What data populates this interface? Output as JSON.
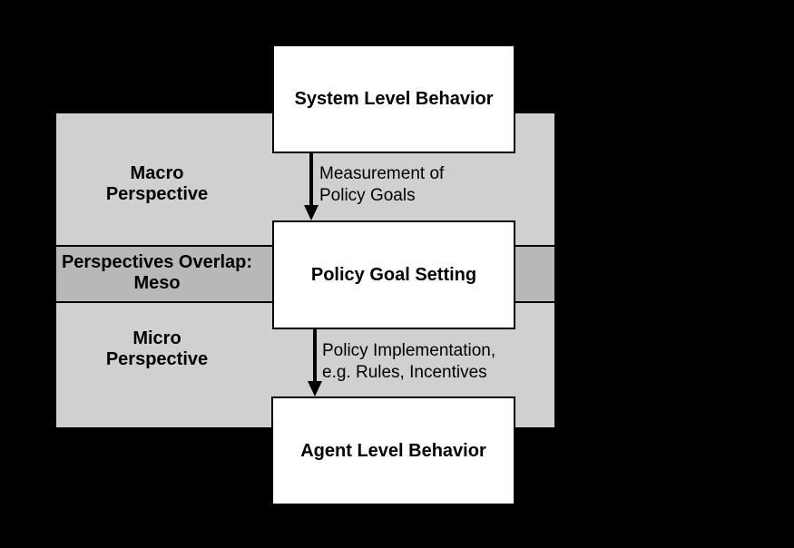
{
  "diagram": {
    "boxes": [
      {
        "id": "system",
        "label": "System Level Behavior"
      },
      {
        "id": "policy",
        "label": "Policy Goal Setting"
      },
      {
        "id": "agent",
        "label": "Agent Level Behavior"
      }
    ],
    "bands": [
      {
        "id": "macro",
        "line1": "Macro",
        "line2": "Perspective"
      },
      {
        "id": "meso",
        "line1": "Perspectives Overlap:",
        "line2": "Meso"
      },
      {
        "id": "micro",
        "line1": "Micro",
        "line2": "Perspective"
      }
    ],
    "arrows": [
      {
        "id": "measurement",
        "line1": "Measurement of",
        "line2": "Policy Goals"
      },
      {
        "id": "implementation",
        "line1": "Policy Implementation,",
        "line2": "e.g. Rules, Incentives"
      }
    ],
    "colors": {
      "bg": "#000000",
      "band-light": "#d0d0d0",
      "band-dark": "#b8b8b8",
      "box-fill": "#ffffff",
      "line-color": "#000000",
      "text-color": "#000000"
    }
  }
}
